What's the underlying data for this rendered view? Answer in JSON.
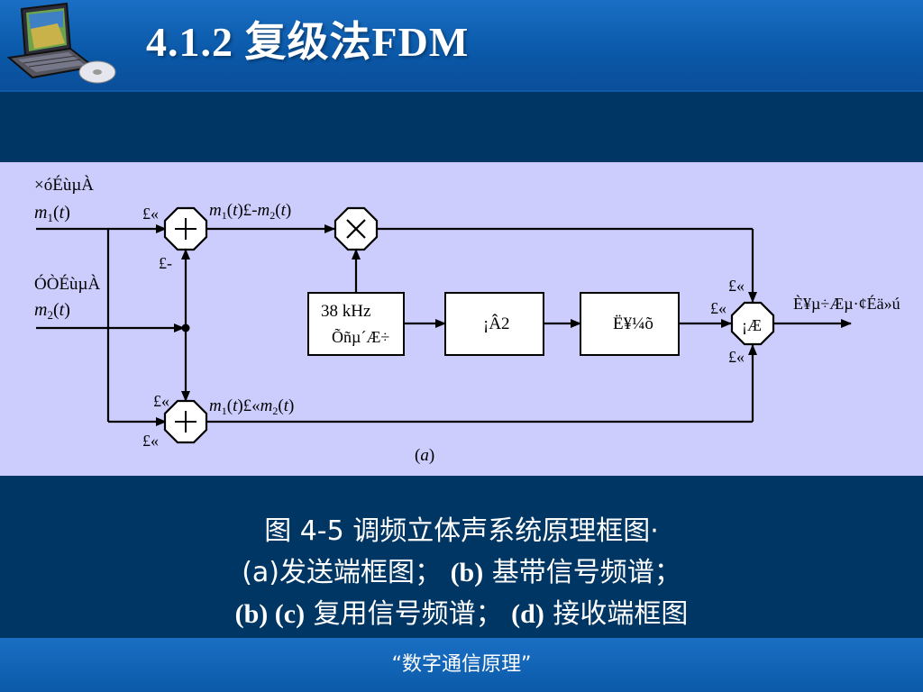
{
  "header": {
    "title": "4.1.2 复级法FDM",
    "logo_icon": "laptop-cd-icon"
  },
  "diagram": {
    "left_signal_label": "×óÉùµÀ",
    "m1_input": "m1(t)",
    "right_signal_label": "ÓÒÉùµÀ",
    "m2_input": "m2(t)",
    "plus_top_sign": "£«",
    "minus_sign": "£-",
    "plus_bottom_sign_1": "£«",
    "plus_bottom_sign_2": "£«",
    "diff_signal": "m1(t)£-m2(t)",
    "sum_signal": "m1(t)£«m2(t)",
    "osc_label_1": "38 kHz",
    "osc_label_2": "Õñµ´Æ÷",
    "divider_label": "¡Â2",
    "pilot_label": "Ë¥¼õ",
    "sum_node_label": "¡Æ",
    "sum_in_1": "£«",
    "sum_in_2": "£«",
    "sum_in_3": "£«",
    "output_label": "È¥µ÷Æµ·¢Éä»ú",
    "subfig_label": "(a)"
  },
  "caption": {
    "line1": "图 4-5 调频立体声系统原理框图·",
    "line2_a": "(a)发送端框图；",
    "line2_b": "(b)",
    "line2_c": " 基带信号频谱；",
    "line3_a": "(b) (c)",
    "line3_b": " 复用信号频谱；",
    "line3_c": "(d)",
    "line3_d": " 接收端框图"
  },
  "footer": {
    "text": "“数字通信原理”"
  },
  "colors": {
    "header_blue": "#0a58a8",
    "band_navy": "#003663",
    "figure_bg": "#cccdfc"
  }
}
